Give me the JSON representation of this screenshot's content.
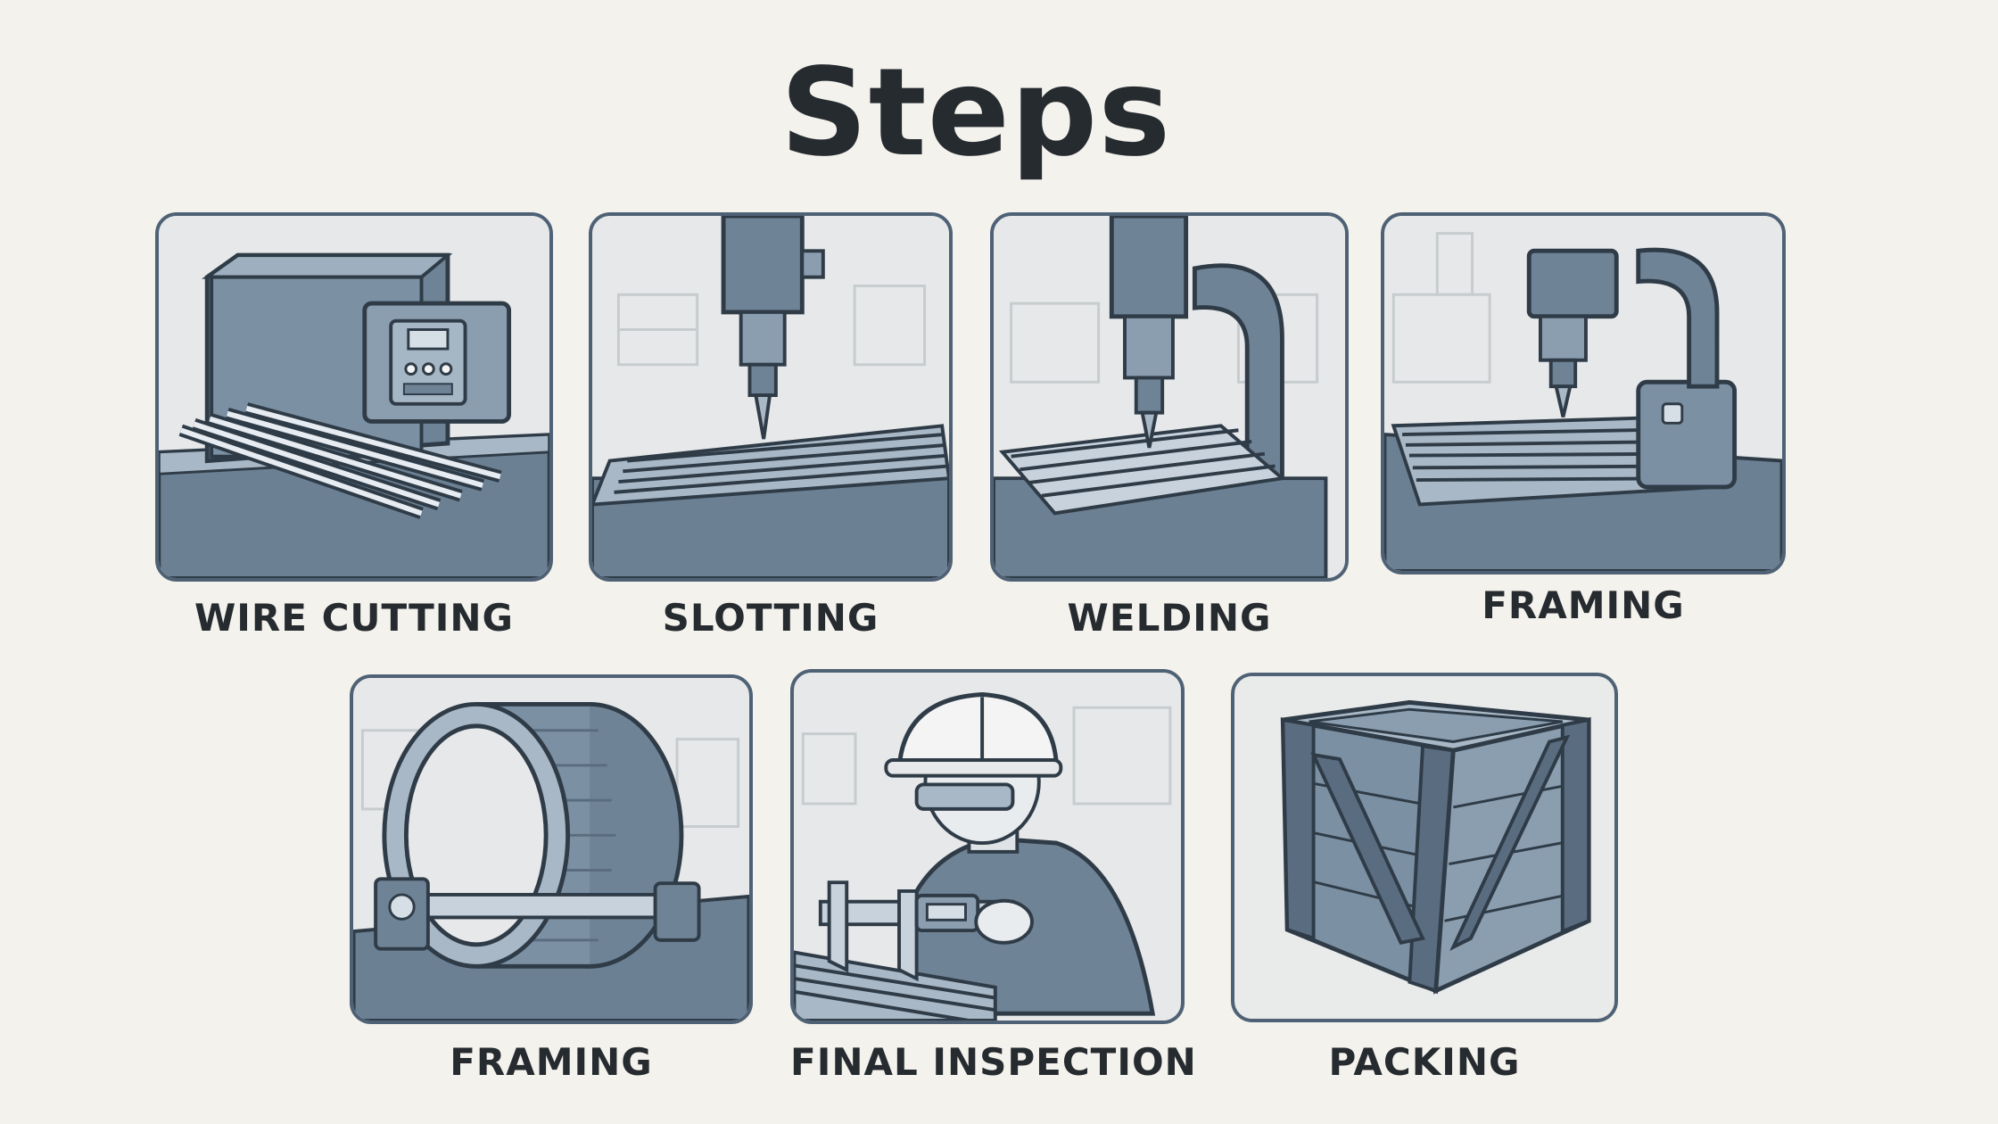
{
  "title": "Steps",
  "steps": [
    {
      "label": "WIRE CUTTING",
      "icon": "wire-cutting-machine-icon"
    },
    {
      "label": "SLOTTING",
      "icon": "slotting-machine-icon"
    },
    {
      "label": "WELDING",
      "icon": "welding-machine-icon"
    },
    {
      "label": "FRAMING",
      "icon": "framing-machine-icon"
    },
    {
      "label": "FRAMING",
      "icon": "screen-cylinder-icon"
    },
    {
      "label": "FINAL INSPECTION",
      "icon": "inspector-caliper-icon"
    },
    {
      "label": "PACKING",
      "icon": "wooden-crate-icon"
    }
  ],
  "colors": {
    "background": "#f4f2ed",
    "frame": "#4f6275",
    "machine_dark": "#5a6d80",
    "machine_mid": "#7a8ea1",
    "machine_light": "#a9b8c6",
    "text": "#262b30"
  }
}
